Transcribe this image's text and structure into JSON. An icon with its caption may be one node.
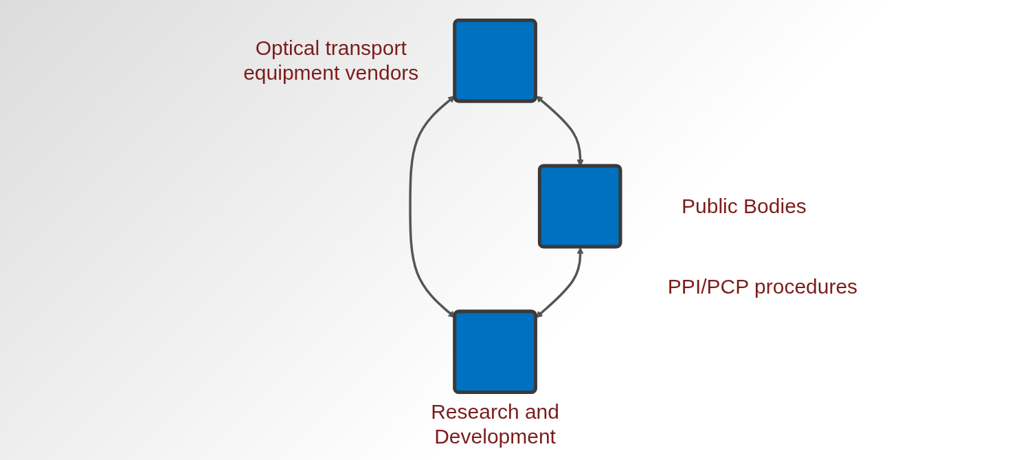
{
  "diagram": {
    "nodes": [
      {
        "text": [],
        "shape": "box",
        "beside": [
          "Optical transport equipment vendors"
        ]
      },
      {
        "text": [],
        "shape": "box",
        "beside": [
          "Public Bodies"
        ]
      },
      {
        "text": [],
        "shape": "box",
        "beside": [
          "Research and Development"
        ]
      }
    ],
    "edges": [
      {
        "from": 0,
        "to": 1,
        "arrow": "both"
      },
      {
        "from": 0,
        "to": 2,
        "arrow": "both"
      },
      {
        "from": 1,
        "to": 2,
        "arrow": "both"
      }
    ],
    "labels": [
      "PPI/PCP procedures"
    ]
  }
}
